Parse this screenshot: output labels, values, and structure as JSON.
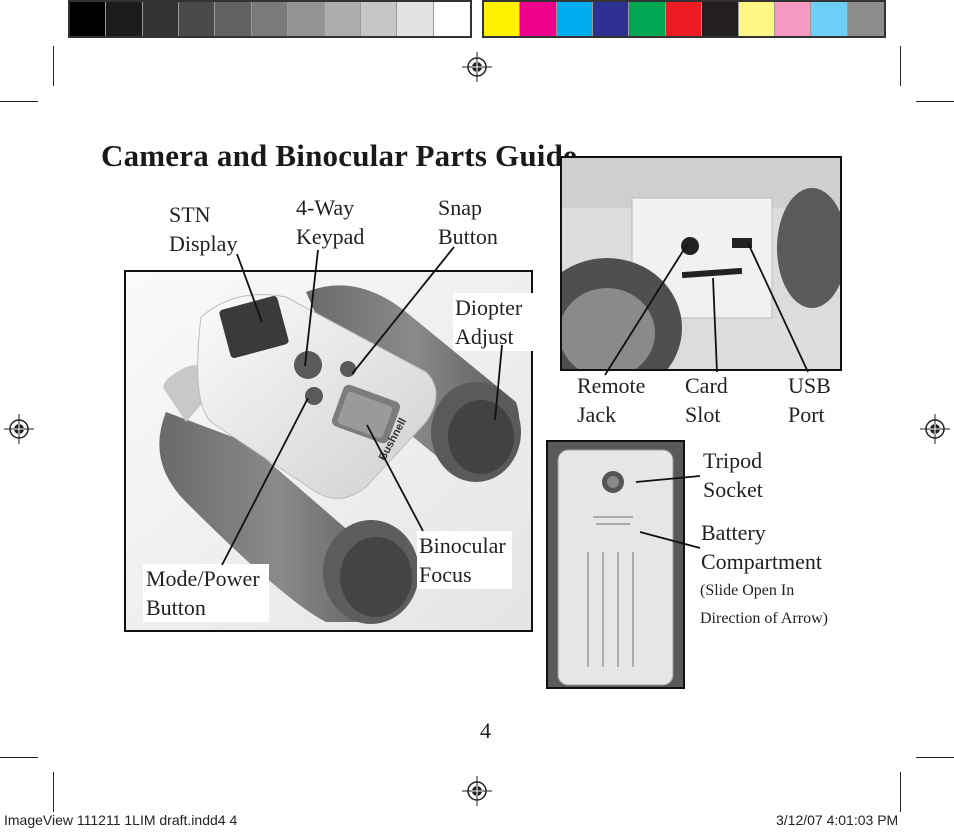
{
  "print_marks": {
    "gray_swatches": [
      "#000000",
      "#1c1c1c",
      "#333333",
      "#4a4a4a",
      "#626262",
      "#7a7a7a",
      "#939393",
      "#acacac",
      "#c6c6c6",
      "#e2e2e2",
      "#ffffff"
    ],
    "color_swatches": [
      "#fff200",
      "#ec008c",
      "#00aeef",
      "#2e3192",
      "#00a651",
      "#ed1c24",
      "#231f20",
      "#fff685",
      "#f49ac1",
      "#6dcff6",
      "#8c8c8c"
    ]
  },
  "title": "Camera and Binocular Parts Guide",
  "labels": {
    "stn_display": "STN\nDisplay",
    "keypad": "4-Way\nKeypad",
    "snap_button": "Snap\nButton",
    "diopter_adjust": "Diopter\nAdjust",
    "mode_power_button": "Mode/Power\nButton",
    "binocular_focus": "Binocular\nFocus",
    "remote_jack": "Remote\nJack",
    "card_slot": "Card\nSlot",
    "usb_port": "USB\nPort",
    "tripod_socket": "Tripod\nSocket",
    "battery_compartment": "Battery\nCompartment",
    "battery_note": "(Slide Open In\nDirection of Arrow)"
  },
  "brand_on_device": "Bushnell",
  "page_number": "4",
  "footer": {
    "file": "ImageView 111211 1LIM draft.indd4   4",
    "timestamp": "3/12/07   4:01:03 PM"
  }
}
